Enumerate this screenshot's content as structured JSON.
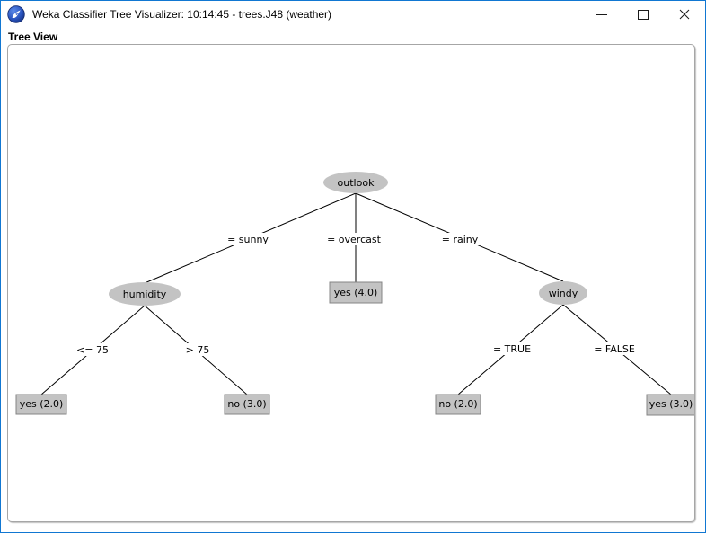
{
  "window": {
    "title": "Weka Classifier Tree Visualizer: 10:14:45 - trees.J48 (weather)"
  },
  "icons": {
    "app": "weka-bird-icon",
    "minimize": "minimize-icon",
    "maximize": "maximize-icon",
    "close": "close-icon"
  },
  "view": {
    "label": "Tree View"
  },
  "tree": {
    "nodes": [
      {
        "id": "outlook",
        "label": "outlook"
      },
      {
        "id": "humidity",
        "label": "humidity"
      },
      {
        "id": "windy",
        "label": "windy"
      }
    ],
    "edges": [
      {
        "from": "outlook",
        "to": "humidity",
        "label": "= sunny"
      },
      {
        "from": "outlook",
        "to": "yes (4.0)",
        "label": "= overcast"
      },
      {
        "from": "outlook",
        "to": "windy",
        "label": "= rainy"
      },
      {
        "from": "humidity",
        "to": "yes (2.0)",
        "label": "<= 75"
      },
      {
        "from": "humidity",
        "to": "no (3.0)",
        "label": "> 75"
      },
      {
        "from": "windy",
        "to": "no (2.0)",
        "label": "= TRUE"
      },
      {
        "from": "windy",
        "to": "yes (3.0)",
        "label": "= FALSE"
      }
    ],
    "leaves": [
      {
        "label": "yes (2.0)"
      },
      {
        "label": "no (3.0)"
      },
      {
        "label": "yes (4.0)"
      },
      {
        "label": "no (2.0)"
      },
      {
        "label": "yes (3.0)"
      }
    ],
    "colors": {
      "node_fill": "#c3c3c3",
      "leaf_fill": "#c3c3c3",
      "leaf_border": "#858585",
      "edge": "#000000"
    }
  }
}
